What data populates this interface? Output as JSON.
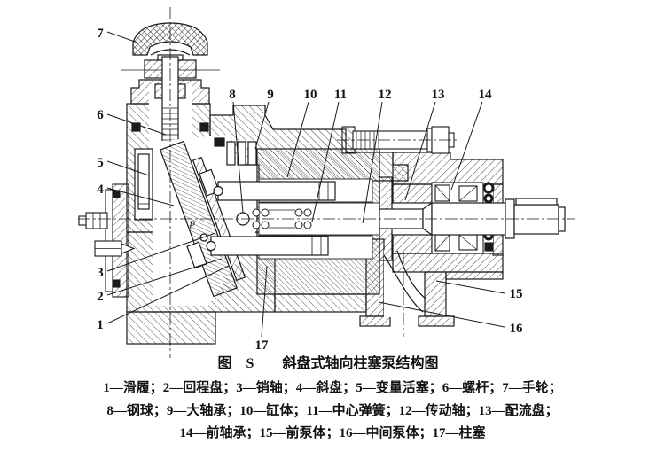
{
  "figure": {
    "title": "图　S　　斜盘式轴向柱塞泵结构图",
    "caption_lines": [
      "1—滑履；2—回程盘；3—销轴；4—斜盘；5—变量活塞；6—螺杆；7—手轮；",
      "8—钢球；9—大轴承；10—缸体；11—中心弹簧；12—传动轴；13—配流盘；",
      "14—前轴承；15—前泵体；16—中间泵体；17—柱塞"
    ],
    "inline_note": "p",
    "colors": {
      "ink": "#1a1a1a",
      "paper": "#ffffff"
    },
    "callouts": [
      {
        "num": "1",
        "part": "滑履"
      },
      {
        "num": "2",
        "part": "回程盘"
      },
      {
        "num": "3",
        "part": "销轴"
      },
      {
        "num": "4",
        "part": "斜盘"
      },
      {
        "num": "5",
        "part": "变量活塞"
      },
      {
        "num": "6",
        "part": "螺杆"
      },
      {
        "num": "7",
        "part": "手轮"
      },
      {
        "num": "8",
        "part": "钢球"
      },
      {
        "num": "9",
        "part": "大轴承"
      },
      {
        "num": "10",
        "part": "缸体"
      },
      {
        "num": "11",
        "part": "中心弹簧"
      },
      {
        "num": "12",
        "part": "传动轴"
      },
      {
        "num": "13",
        "part": "配流盘"
      },
      {
        "num": "14",
        "part": "前轴承"
      },
      {
        "num": "15",
        "part": "前泵体"
      },
      {
        "num": "16",
        "part": "中间泵体"
      },
      {
        "num": "17",
        "part": "柱塞"
      }
    ]
  }
}
